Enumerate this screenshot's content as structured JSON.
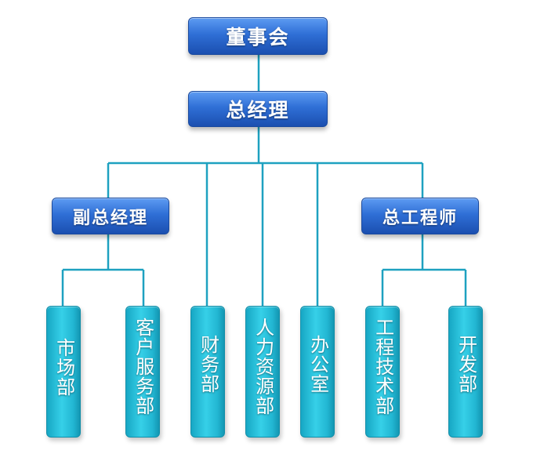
{
  "nodes": {
    "board": "董事会",
    "gm": "总经理",
    "deputy_gm": "副总经理",
    "chief_engineer": "总工程师",
    "market": "市场部",
    "customer_service": "客户服务部",
    "finance": "财务部",
    "hr": "人力资源部",
    "office": "办公室",
    "engineering": "工程技术部",
    "development": "开发部"
  },
  "colors": {
    "executive_box": "#2f6fd6",
    "department_box": "#22b6d2",
    "connector": "#1ea1c0"
  }
}
